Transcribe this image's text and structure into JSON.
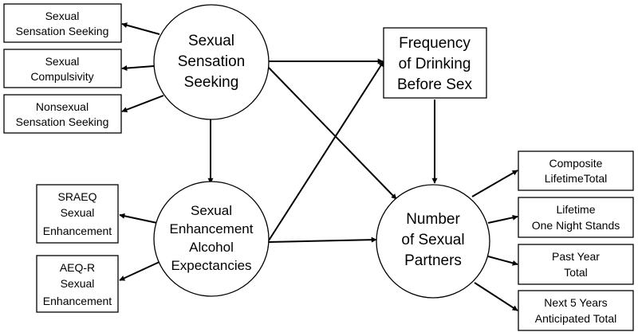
{
  "latents": {
    "sss": [
      "Sexual",
      "Sensation",
      "Seeking"
    ],
    "seae": [
      "Sexual",
      "Enhancement",
      "Alcohol",
      "Expectancies"
    ],
    "nsp": [
      "Number",
      "of Sexual",
      "Partners"
    ]
  },
  "observed": {
    "freq": [
      "Frequency",
      "of Drinking",
      "Before Sex"
    ]
  },
  "indicators": {
    "sexual_ss": [
      "Sexual",
      "Sensation Seeking"
    ],
    "compulsivity": [
      "Sexual",
      "Compulsivity"
    ],
    "nonsexual_ss": [
      "Nonsexual",
      "Sensation Seeking"
    ],
    "sraeq": [
      "SRAEQ",
      "Sexual",
      "Enhancement"
    ],
    "aeqr": [
      "AEQ-R",
      "Sexual",
      "Enhancement"
    ],
    "composite": [
      "Composite",
      "LifetimeTotal"
    ],
    "one_night": [
      "Lifetime",
      "One Night Stands"
    ],
    "past_year": [
      "Past Year",
      "Total"
    ],
    "next5": [
      "Next 5 Years",
      "Anticipated Total"
    ]
  }
}
